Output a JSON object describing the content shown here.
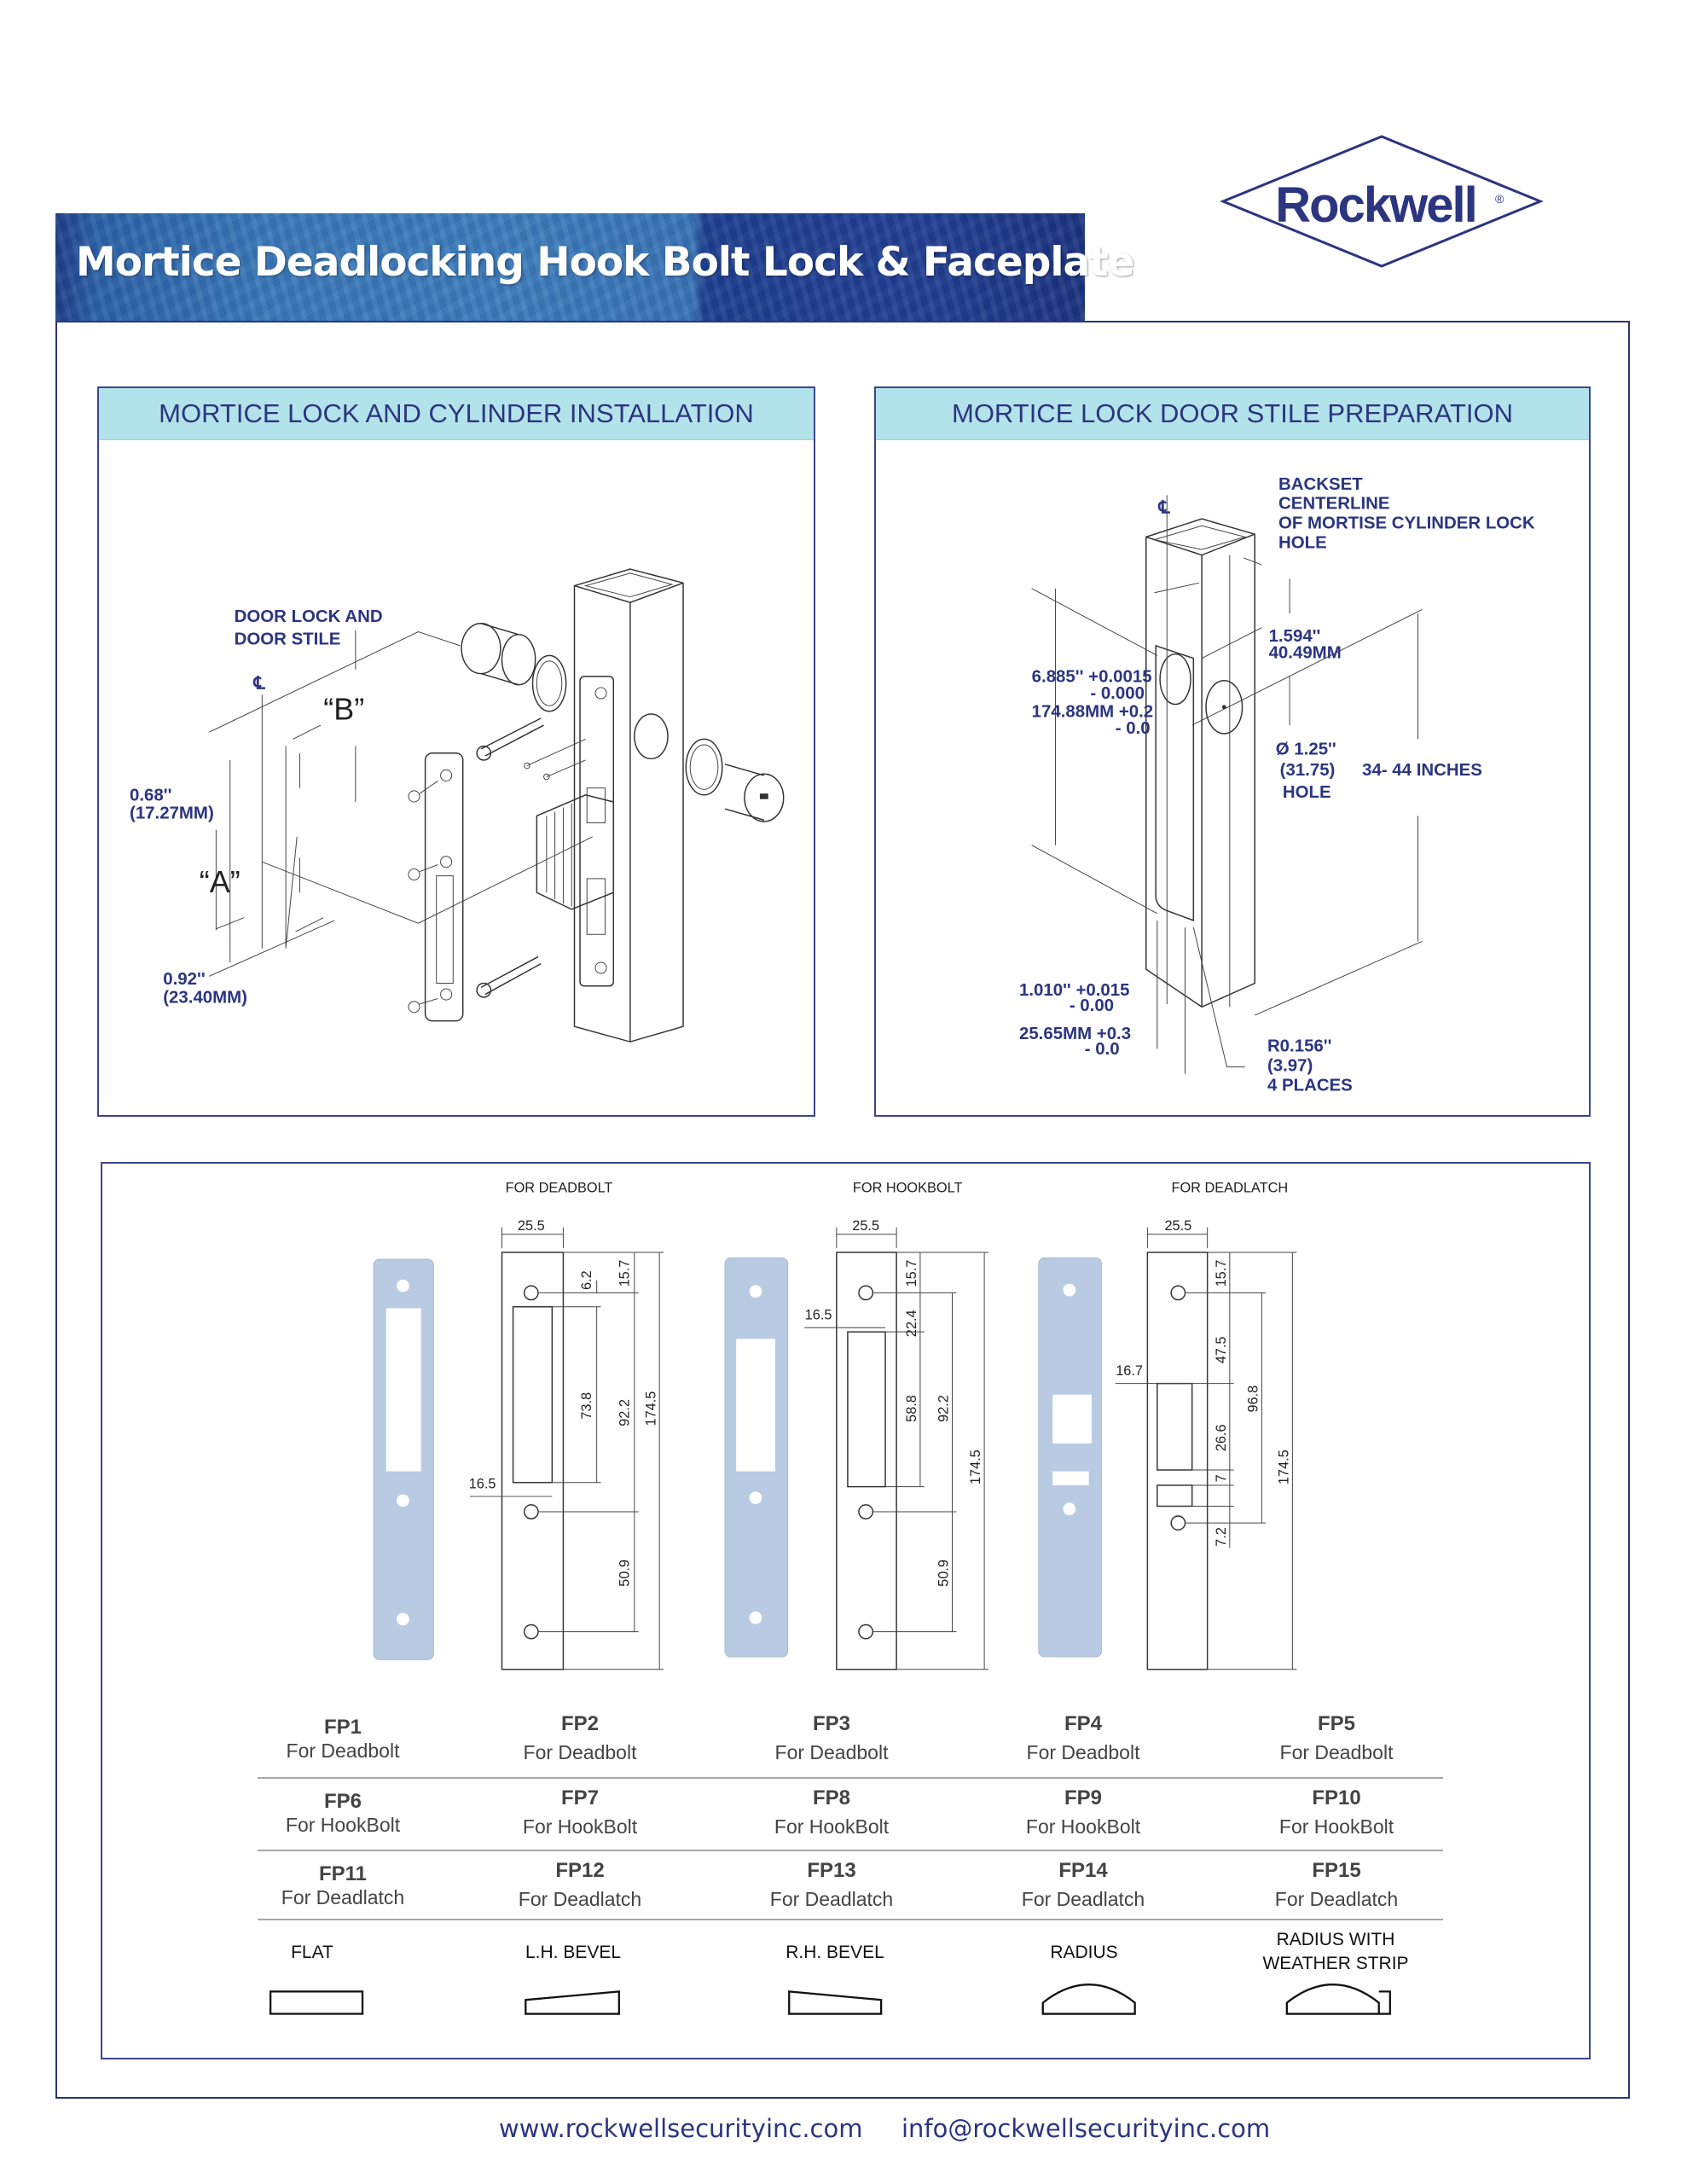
{
  "header": {
    "title": "Mortice Deadlocking Hook Bolt Lock & Faceplate",
    "logo_text": "Rockwell",
    "logo_mark": "®"
  },
  "colors": {
    "brand_navy": "#2b3580",
    "panel_head": "#b3e3ea",
    "plate": "#b9cbe2"
  },
  "installation": {
    "title": "MORTICE LOCK AND CYLINDER INSTALLATION",
    "door_lock_and": "DOOR LOCK AND",
    "door_stile": "DOOR STILE",
    "centerline": "℄",
    "b": "“B”",
    "a": "“A”",
    "dim_a_in": "0.68''",
    "dim_a_mm": "(17.27MM)",
    "dim_b_in": "0.92''",
    "dim_b_mm": "(23.40MM)"
  },
  "preparation": {
    "title": "MORTICE LOCK DOOR STILE PREPARATION",
    "backset": [
      "BACKSET",
      "CENTERLINE",
      "OF MORTISE CYLINDER LOCK",
      "HOLE"
    ],
    "centerline": "℄",
    "backset_in": "1.594''",
    "backset_mm": "40.49MM",
    "height_in": "6.885''   +0.0015",
    "height_in_tol": "- 0.000",
    "height_mm": "174.88MM    +0.2",
    "height_mm_tol": "- 0.0",
    "hole_dia": "Ø 1.25''",
    "hole_mm": "(31.75)",
    "hole_label": "HOLE",
    "mount_height": "34- 44 INCHES",
    "width_in": "1.010''   +0.015",
    "width_in_tol": "- 0.00",
    "width_mm": "25.65MM +0.3",
    "width_mm_tol": "- 0.0",
    "radius": "R0.156''",
    "radius_mm": "(3.97)",
    "radius_places": "4 PLACES"
  },
  "faceplates": [
    {
      "caption": "FOR DEADBOLT",
      "width": "25.5",
      "slot_width": "16.5",
      "dims": {
        "a": "6.2",
        "b": "15.7",
        "c": "73.8",
        "d": "92.2",
        "e": "174.5",
        "f": "50.9"
      }
    },
    {
      "caption": "FOR HOOKBOLT",
      "width": "25.5",
      "slot_width": "16.5",
      "dims": {
        "a": "15.7",
        "b": "22.4",
        "c": "58.8",
        "d": "92.2",
        "e": "174.5",
        "f": "50.9"
      }
    },
    {
      "caption": "FOR DEADLATCH",
      "width": "25.5",
      "slot_width": "16.7",
      "dims": {
        "a": "15.7",
        "b": "47.5",
        "c": "26.6",
        "d": "7",
        "e": "7.2",
        "f": "96.8",
        "g": "174.5"
      }
    }
  ],
  "table": {
    "rows": [
      [
        {
          "code": "FP1",
          "use": "For Deadbolt"
        },
        {
          "code": "FP2",
          "use": "For Deadbolt"
        },
        {
          "code": "FP3",
          "use": "For Deadbolt"
        },
        {
          "code": "FP4",
          "use": "For Deadbolt"
        },
        {
          "code": "FP5",
          "use": "For Deadbolt"
        }
      ],
      [
        {
          "code": "FP6",
          "use": "For HookBolt"
        },
        {
          "code": "FP7",
          "use": "For HookBolt"
        },
        {
          "code": "FP8",
          "use": "For HookBolt"
        },
        {
          "code": "FP9",
          "use": "For HookBolt"
        },
        {
          "code": "FP10",
          "use": "For HookBolt"
        }
      ],
      [
        {
          "code": "FP11",
          "use": "For Deadlatch"
        },
        {
          "code": "FP12",
          "use": "For Deadlatch"
        },
        {
          "code": "FP13",
          "use": "For Deadlatch"
        },
        {
          "code": "FP14",
          "use": "For Deadlatch"
        },
        {
          "code": "FP15",
          "use": "For Deadlatch"
        }
      ]
    ],
    "profiles": [
      {
        "label": "FLAT"
      },
      {
        "label": "L.H. BEVEL"
      },
      {
        "label": "R.H. BEVEL"
      },
      {
        "label": "RADIUS"
      },
      {
        "label": "RADIUS WITH",
        "label2": "WEATHER STRIP"
      }
    ]
  },
  "footer": {
    "website": "www.rockwellsecurityinc.com",
    "email": "info@rockwellsecurityinc.com"
  }
}
